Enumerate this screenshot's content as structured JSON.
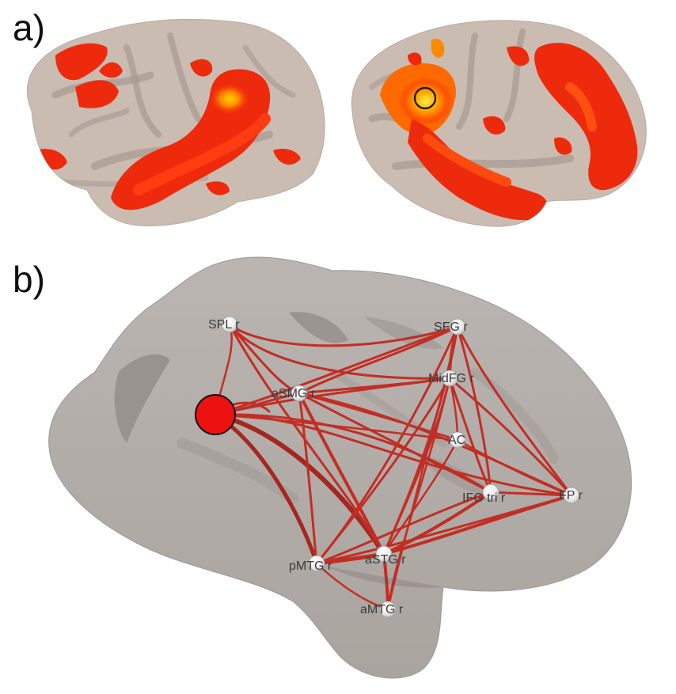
{
  "panels": {
    "a": {
      "label": "a)"
    },
    "b": {
      "label": "b)"
    }
  },
  "colors": {
    "cortex": "#cbbcb2",
    "cortex_dark": "#a69a92",
    "activation_red": "#ee2a0c",
    "activation_orange": "#ff8a00",
    "activation_yellow": "#ffd400",
    "inflated_surface": "#b4aeaa",
    "connection": "#c4241a",
    "seed": "#ee1111",
    "node": "#f1f1f1"
  },
  "network": {
    "seed": {
      "name": "seed",
      "color": "#ee1111"
    },
    "nodes": [
      {
        "id": "SPL",
        "label": "SPL r"
      },
      {
        "id": "SFG",
        "label": "SFG r"
      },
      {
        "id": "aSMG",
        "label": "aSMG r"
      },
      {
        "id": "MidFG",
        "label": "MidFG r"
      },
      {
        "id": "AC",
        "label": "AC"
      },
      {
        "id": "IFGtri",
        "label": "IFG tri r"
      },
      {
        "id": "FP",
        "label": "FP r"
      },
      {
        "id": "pMTG",
        "label": "pMTG r"
      },
      {
        "id": "aSTG",
        "label": "aSTG r"
      },
      {
        "id": "aMTG",
        "label": "aMTG r"
      }
    ]
  }
}
